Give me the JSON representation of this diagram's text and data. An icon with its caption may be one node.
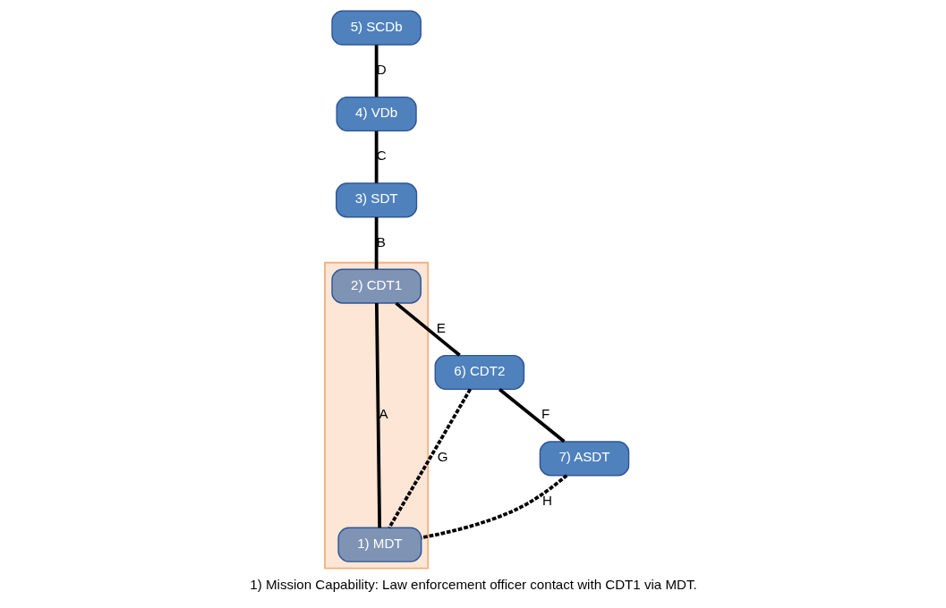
{
  "diagram": {
    "caption": "1) Mission Capability: Law enforcement officer contact with CDT1 via MDT.",
    "nodes": [
      {
        "text": [
          "5) SCDb"
        ]
      },
      {
        "text": [
          "6) CDT2"
        ]
      },
      {
        "text": [
          "4) VDb"
        ]
      },
      {
        "text": [],
        "shape": "box"
      },
      {
        "text": [
          "2) CDT1"
        ],
        "in": 3
      },
      {
        "text": [
          "7) ASDT"
        ]
      },
      {
        "text": [
          "3) SDT"
        ]
      },
      {
        "text": [
          "1) MDT"
        ],
        "in": 3
      }
    ],
    "edges": [
      {
        "from": 4,
        "to": 7,
        "arrow": "none",
        "label": "A"
      },
      {
        "from": 6,
        "to": 4,
        "arrow": "none",
        "label": "B"
      },
      {
        "from": 2,
        "to": 6,
        "arrow": "none",
        "label": "C"
      },
      {
        "from": 0,
        "to": 2,
        "arrow": "none",
        "label": "D"
      },
      {
        "from": 4,
        "to": 1,
        "arrow": "none",
        "label": "E"
      },
      {
        "from": 1,
        "to": 5,
        "arrow": "none",
        "label": "F"
      },
      {
        "from": 1,
        "to": 7,
        "arrow": "none",
        "label": "G",
        "style": "dashed"
      },
      {
        "from": 5,
        "to": 7,
        "arrow": "none",
        "label": "H",
        "style": "dashed"
      }
    ]
  }
}
